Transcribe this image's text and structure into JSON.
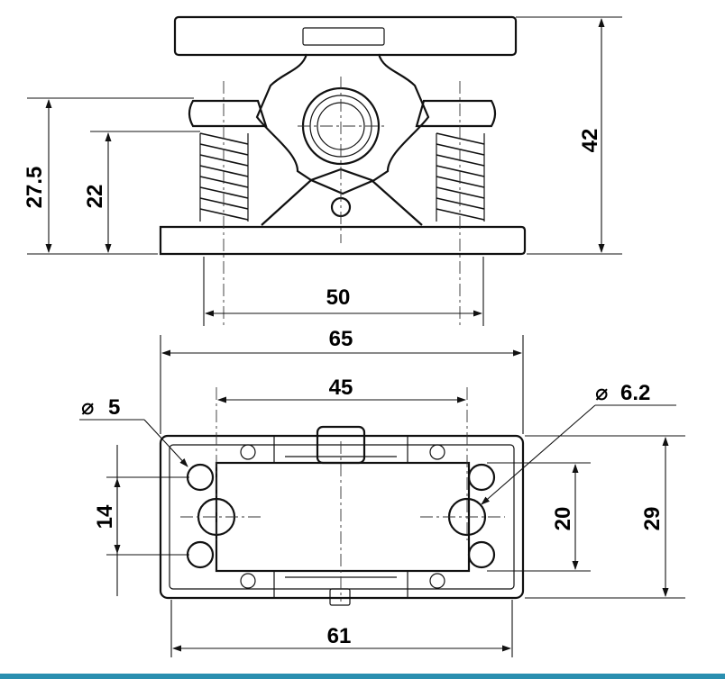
{
  "dimensions": {
    "overall_height": "42",
    "base_to_top_height": "27.5",
    "spring_height": "22",
    "spring_spacing": "50",
    "overall_width": "65",
    "hole_spacing": "45",
    "small_hole_dia": "5",
    "large_hole_dia": "6.2",
    "small_hole_pitch": "14",
    "large_hole_pitch": "20",
    "base_depth": "29",
    "base_width": "61"
  },
  "symbols": {
    "diameter": "⌀"
  },
  "colors": {
    "line": "#111111",
    "accent_bar": "#2a8fb0"
  }
}
